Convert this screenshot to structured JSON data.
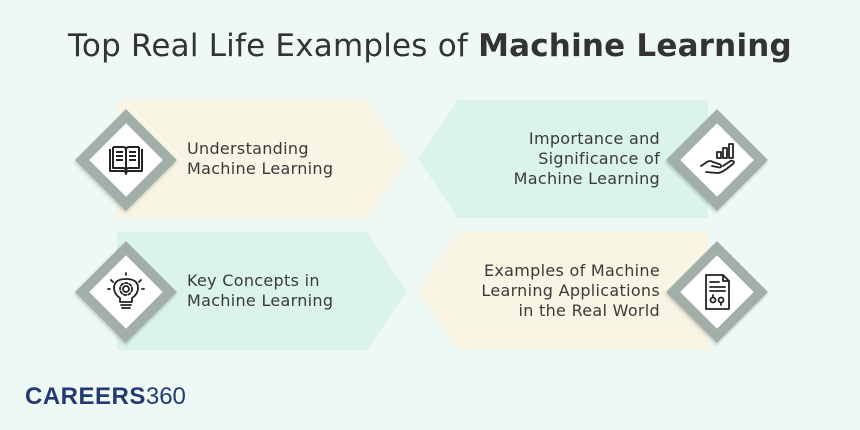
{
  "title": {
    "regular": "Top Real Life Examples of ",
    "bold": "Machine Learning"
  },
  "colors": {
    "cream": "#f8f5e4",
    "mint": "#daf3ec",
    "diamond_border": "#a2aea8",
    "text": "#3a3a3a",
    "logo": "#243a73"
  },
  "cards": [
    {
      "label": "Understanding\nMachine Learning",
      "icon": "open-book-icon"
    },
    {
      "label": "Importance and\nSignificance of\nMachine Learning",
      "icon": "hand-with-chart-icon"
    },
    {
      "label": "Key Concepts in\nMachine Learning",
      "icon": "lightbulb-gear-icon"
    },
    {
      "label": "Examples of Machine\nLearning Applications\nin the Real World",
      "icon": "document-gear-icon"
    }
  ],
  "logo": {
    "part1": "CAREERS",
    "part2": "360"
  }
}
